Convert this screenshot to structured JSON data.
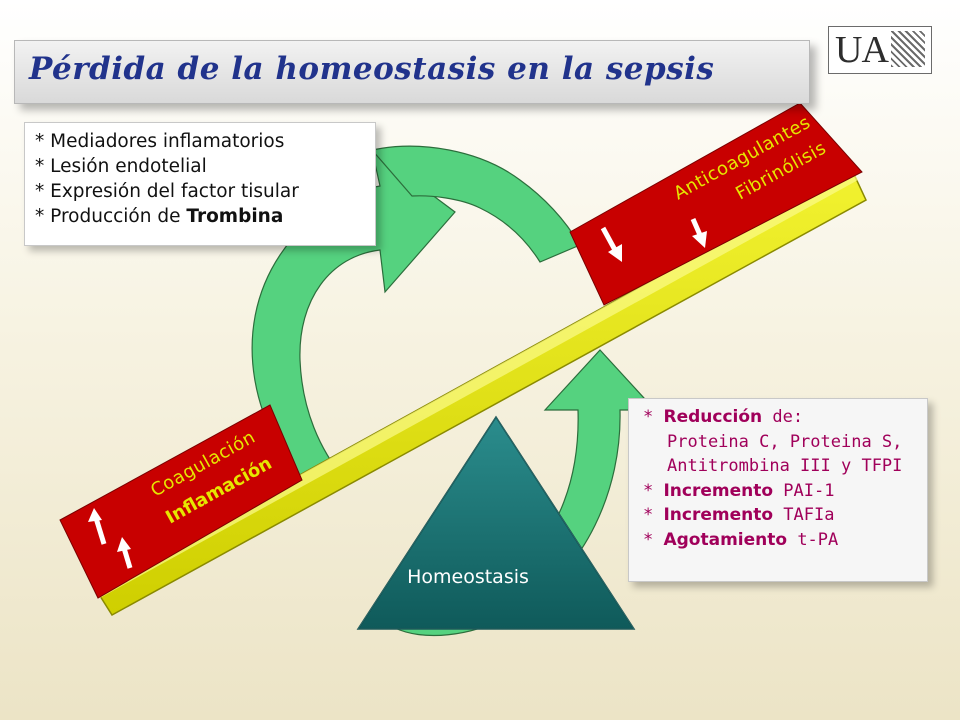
{
  "title": "Pérdida de la homeostasis en la sepsis",
  "logo": "UA",
  "left_box": {
    "lines": [
      "* Mediadores inflamatorios",
      "* Lesión endotelial",
      "* Expresión del factor tisular",
      "* Producción de "
    ],
    "bold": "Trombina"
  },
  "right_box": {
    "l1_star": "* ",
    "l1_bold": "Reducción",
    "l1_rest": " de:",
    "l2": "Proteina C, Proteina S,",
    "l3": "Antitrombina III y TFPI",
    "l4_star": "* ",
    "l4_bold": "Incremento",
    "l4_rest": " PAI-1",
    "l5_star": "* ",
    "l5_bold": "Incremento",
    "l5_rest": " TAFIa",
    "l6_star": "* ",
    "l6_bold": "Agotamiento",
    "l6_rest": " t-PA"
  },
  "left_red": {
    "line1": "Coagulación",
    "line2": "Inflamación"
  },
  "right_red": {
    "line1": "Anticoagulantes",
    "line2": "Fibrinólisis"
  },
  "fulcrum_label": "Homeostasis",
  "colors": {
    "title": "#21338c",
    "arrow_green": "#55d27f",
    "red_box": "#c80000",
    "beam_yellow": "#e6e600",
    "fulcrum": "#1a7070",
    "right_text": "#a0005a"
  },
  "icons": [
    "arrow-up-icon",
    "arrow-down-icon",
    "cycle-arrow-icon"
  ]
}
